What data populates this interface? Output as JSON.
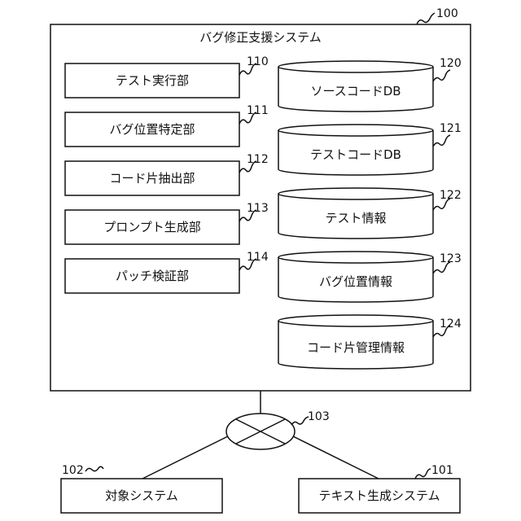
{
  "system": {
    "title": "バグ修正支援システム",
    "ref": "100"
  },
  "units": [
    {
      "label": "テスト実行部",
      "ref": "110"
    },
    {
      "label": "バグ位置特定部",
      "ref": "111"
    },
    {
      "label": "コード片抽出部",
      "ref": "112"
    },
    {
      "label": "プロンプト生成部",
      "ref": "113"
    },
    {
      "label": "パッチ検証部",
      "ref": "114"
    }
  ],
  "databases": [
    {
      "label": "ソースコードDB",
      "ref": "120"
    },
    {
      "label": "テストコードDB",
      "ref": "121"
    },
    {
      "label": "テスト情報",
      "ref": "122"
    },
    {
      "label": "バグ位置情報",
      "ref": "123"
    },
    {
      "label": "コード片管理情報",
      "ref": "124"
    }
  ],
  "network": {
    "ref": "103"
  },
  "external": [
    {
      "label": "対象システム",
      "ref": "102"
    },
    {
      "label": "テキスト生成システム",
      "ref": "101"
    }
  ]
}
